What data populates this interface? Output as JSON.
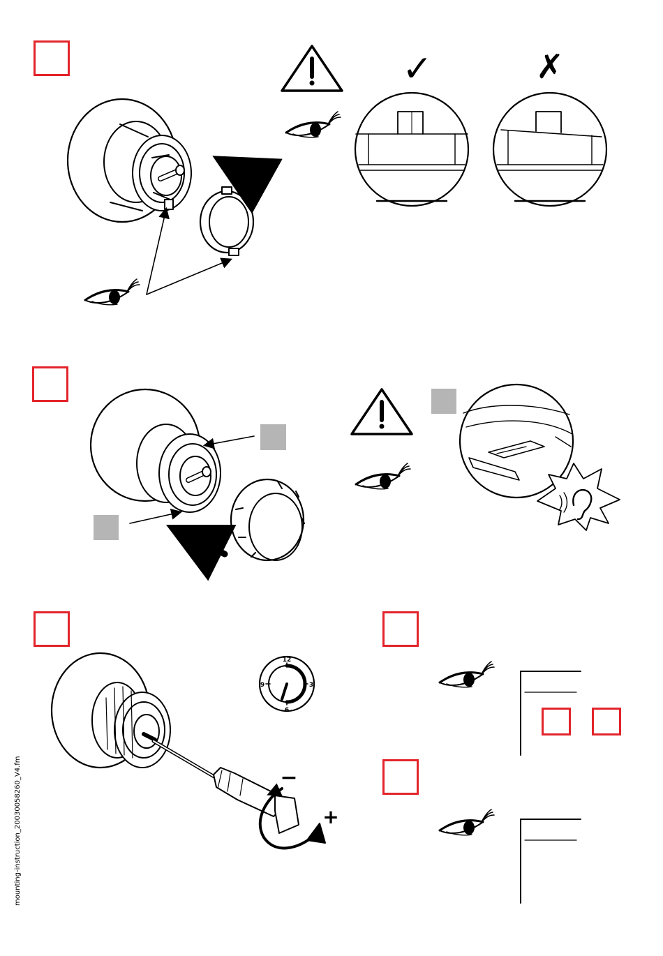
{
  "footer": {
    "filename": "mounting-instruction_20030058260_V4.fm"
  },
  "dial": {
    "n12": "12",
    "n3": "3",
    "n6": "6",
    "n9": "9"
  },
  "symbols": {
    "check": "✓",
    "cross": "✗",
    "minus": "−",
    "plus": "+",
    "warning_mark": "!"
  },
  "icons": [
    "eye-icon",
    "warning-icon",
    "ear-icon",
    "check-icon",
    "cross-icon",
    "arrow-icon"
  ],
  "colors": {
    "step_frame": "#e3242b",
    "marker": "#b5b5b5",
    "line": "#000000"
  }
}
